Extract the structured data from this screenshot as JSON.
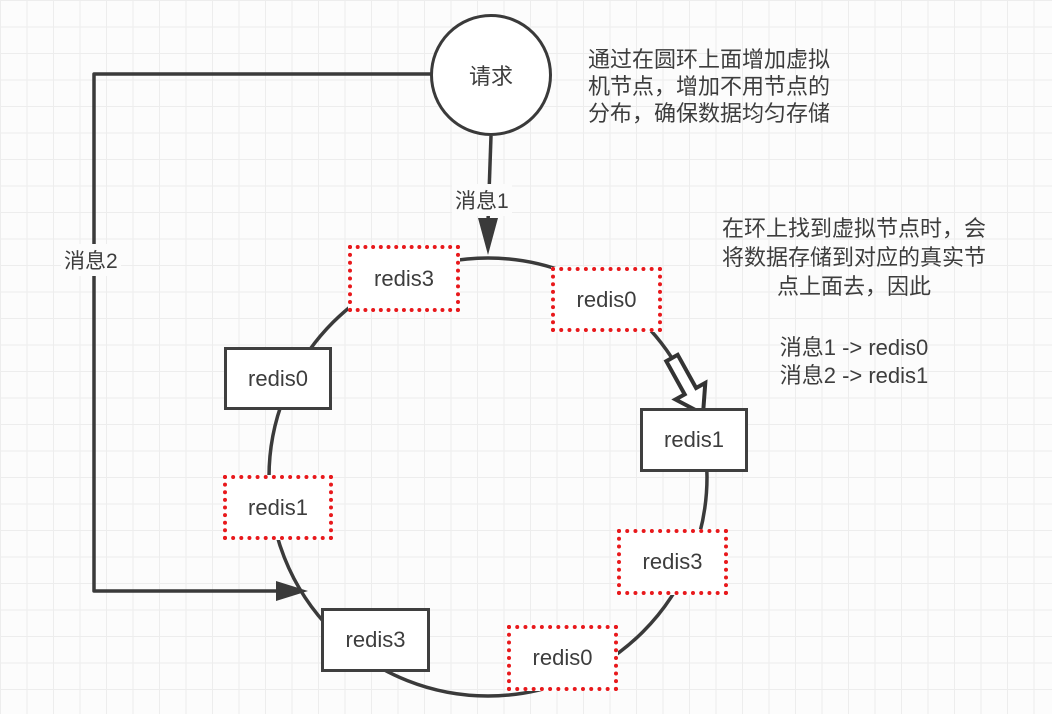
{
  "diagram": {
    "title_hint": "redis consistent hashing ring with virtual nodes",
    "request_label": "请求",
    "message1_label": "消息1",
    "message2_label": "消息2",
    "nodes": [
      {
        "label": "redis3",
        "type": "virtual",
        "position": "top-left"
      },
      {
        "label": "redis0",
        "type": "virtual",
        "position": "top-right"
      },
      {
        "label": "redis1",
        "type": "real",
        "position": "right"
      },
      {
        "label": "redis3",
        "type": "virtual",
        "position": "lower-right"
      },
      {
        "label": "redis0",
        "type": "virtual",
        "position": "bottom"
      },
      {
        "label": "redis3",
        "type": "real",
        "position": "bottom-left"
      },
      {
        "label": "redis1",
        "type": "virtual",
        "position": "left-lower"
      },
      {
        "label": "redis0",
        "type": "real",
        "position": "left-upper"
      }
    ],
    "notes": {
      "top_lines": [
        "通过在圆环上面增加虚拟",
        "机节点，增加不用节点的",
        "分布，确保数据均匀存储"
      ],
      "side_lines": [
        "在环上找到虚拟节点时，会",
        "将数据存储到对应的真实节",
        "点上面去，因此"
      ],
      "mappings": [
        "消息1 -> redis0",
        "消息2 -> redis1"
      ]
    },
    "colors": {
      "stroke": "#3a3a3a",
      "virtual_border": "#e8191c",
      "real_border": "#3f3f3f",
      "text": "#3d3d3d"
    }
  }
}
